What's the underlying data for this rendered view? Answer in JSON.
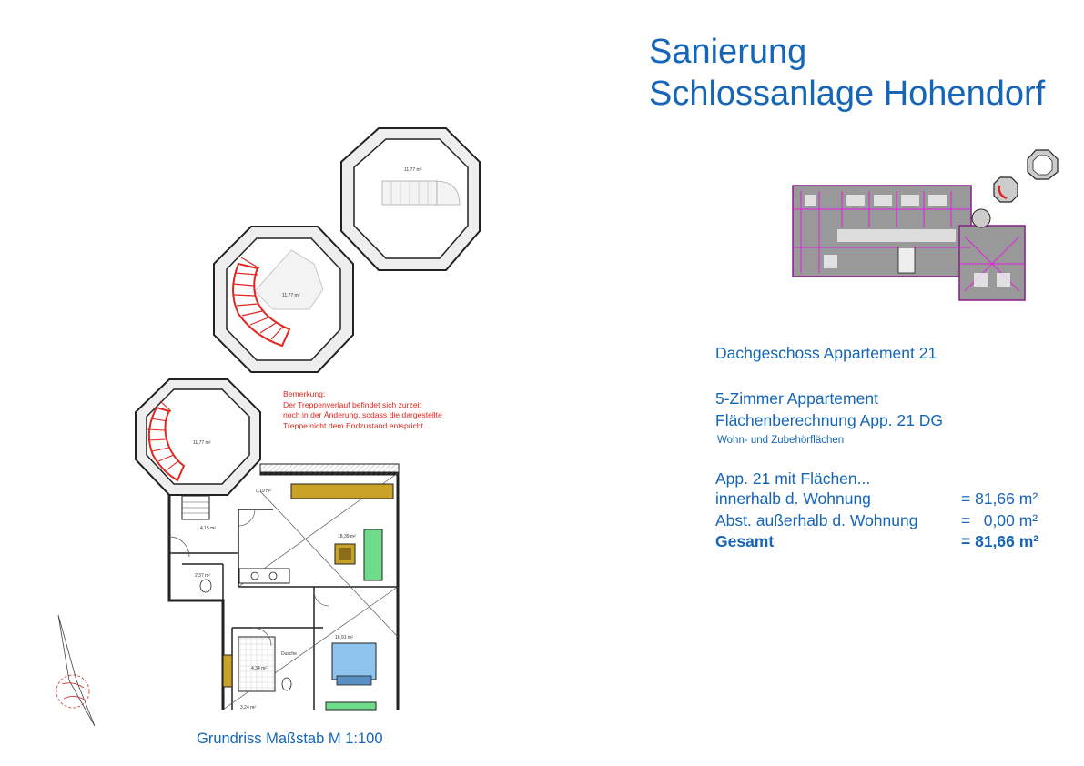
{
  "title": {
    "line1": "Sanierung",
    "line2": "Schlossanlage Hohendorf"
  },
  "floor_label": "Dachgeschoss Appartement 21",
  "apartment": {
    "type": "5-Zimmer Appartement",
    "calc_title": "Flächenberechnung App. 21 DG",
    "calc_subtitle": "Wohn- und Zubehörflächen"
  },
  "areas": {
    "intro": "App. 21 mit Flächen...",
    "rows": [
      {
        "label": "innerhalb d. Wohnung",
        "value": "= 81,66 m²"
      },
      {
        "label": "Abst. außerhalb d. Wohnung",
        "value": "=   0,00 m²"
      },
      {
        "label": "Gesamt",
        "value": "= 81,66 m²"
      }
    ]
  },
  "remark": {
    "line1": "Bemerkung:",
    "line2": "Der Treppenverlauf befindet sich zurzeit",
    "line3": "noch in der Änderung, sodass die dargestellte",
    "line4": "Treppe nicht dem Endzustand entspricht."
  },
  "room_areas": {
    "tower_top": "11,77 m²",
    "tower_mid": "11,77 m²",
    "tower_low": "11,77 m²",
    "r_019": "0,19 m²",
    "r_415": "4,15 m²",
    "r_1839": "18,39 m²",
    "r_237": "2,37 m²",
    "r_1691": "16,91 m²",
    "r_434": "4,34 m²",
    "r_324": "3,24 m²",
    "dusche": "Dusche"
  },
  "caption": "Grundriss Maßstab M 1:100",
  "colors": {
    "accent_blue": "#1565b8",
    "stair_red": "#e0261e",
    "wall": "#222222",
    "furniture_green": "#6fdc8c",
    "bed_blue": "#8fc4ee",
    "cabinet_yellow": "#c9a227"
  }
}
